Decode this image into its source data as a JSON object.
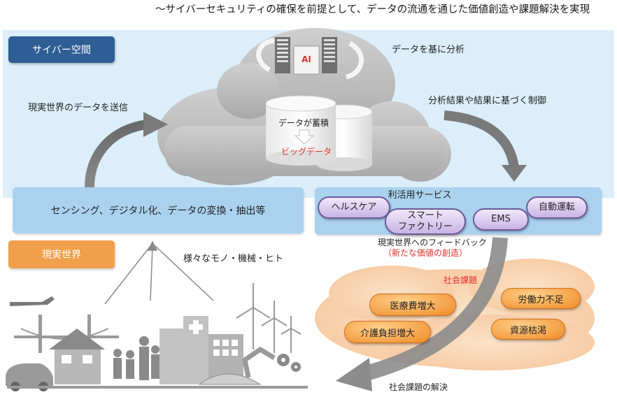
{
  "headline": "〜サイバーセキュリティの確保を前提として、データの流通を通じた価値創造や課題解決を実現",
  "cyber_space": {
    "tag": "サイバー空間",
    "ai_label": "AI",
    "analyze_label": "データを基に分析",
    "control_label": "分析結果や結果に基づく制御",
    "send_label": "現実世界のデータを送信",
    "accumulate_label": "データが蓄積",
    "bigdata_label": "ビッグデータ"
  },
  "sensing": {
    "label": "センシング、デジタル化、データの変換・抽出等"
  },
  "services": {
    "title": "利活用サービス",
    "items": [
      "ヘルスケア",
      "スマート\nファクトリー",
      "EMS",
      "自動運転"
    ]
  },
  "feedback": {
    "line1": "現実世界へのフィードバック",
    "line2": "（新たな価値の創造）"
  },
  "real_world": {
    "tag": "現実世界",
    "things_label": "様々なモノ・機械・ヒト"
  },
  "social_issues": {
    "title": "社会課題",
    "items": [
      "医療費増大",
      "労働力不足",
      "介護負担増大",
      "資源枯渇"
    ],
    "solution_label": "社会課題の解決"
  },
  "colors": {
    "cyber_bg": "#dbeef9",
    "cyber_tag": "#2e5e93",
    "real_tag": "#f0a04b",
    "box_blue": "#aad2ef",
    "issue_orange": "#ef8a26",
    "accent_red": "#e0302a"
  }
}
